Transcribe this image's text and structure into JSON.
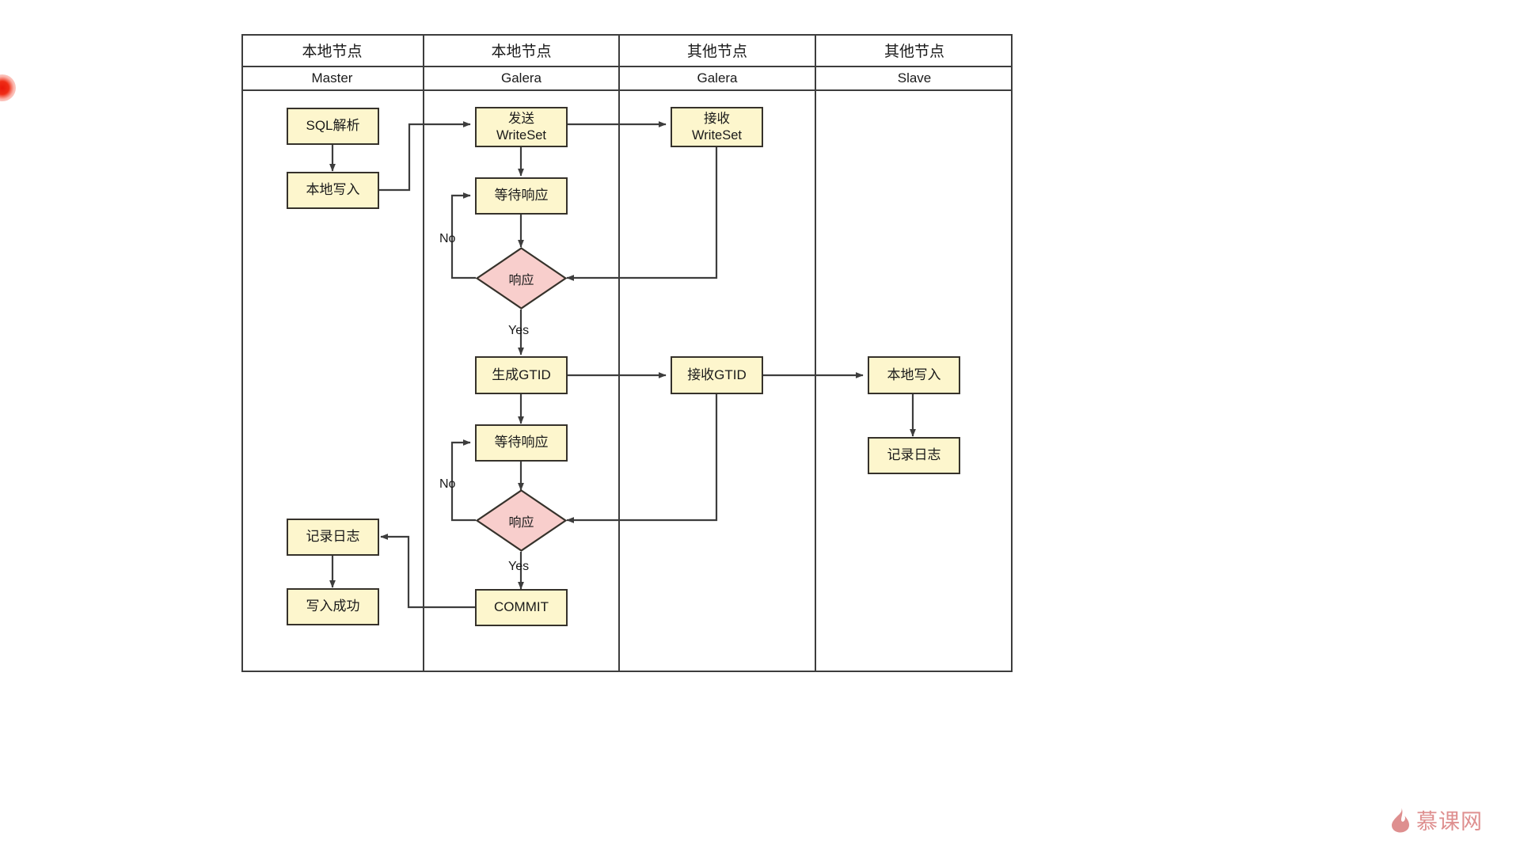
{
  "diagram": {
    "title_alt": "MySQL Galera 集群与主从复制流程泳道图",
    "colors": {
      "process_fill": "#fdf6cd",
      "process_stroke": "#36322b",
      "decision_fill": "#f8cecc",
      "decision_stroke": "#36322b",
      "lane_stroke": "#3d3d3d",
      "wire": "#3d3d3d",
      "watermark": "#dd8a8a",
      "marker_dot": "#e8170a"
    },
    "lanes": [
      {
        "top": "本地节点",
        "sub": "Master"
      },
      {
        "top": "本地节点",
        "sub": "Galera"
      },
      {
        "top": "其他节点",
        "sub": "Galera"
      },
      {
        "top": "其他节点",
        "sub": "Slave"
      }
    ],
    "nodes": [
      {
        "id": "sql-parse",
        "lane": 0,
        "type": "process",
        "label": "SQL解析"
      },
      {
        "id": "local-write-m",
        "lane": 0,
        "type": "process",
        "label": "本地写入"
      },
      {
        "id": "log-record-m",
        "lane": 0,
        "type": "process",
        "label": "记录日志"
      },
      {
        "id": "write-success",
        "lane": 0,
        "type": "process",
        "label": "写入成功"
      },
      {
        "id": "send-writeset",
        "lane": 1,
        "type": "process",
        "label": "发送\nWriteSet"
      },
      {
        "id": "wait-resp-1",
        "lane": 1,
        "type": "process",
        "label": "等待响应"
      },
      {
        "id": "resp-decision-1",
        "lane": 1,
        "type": "decision",
        "label": "响应"
      },
      {
        "id": "gen-gtid",
        "lane": 1,
        "type": "process",
        "label": "生成GTID"
      },
      {
        "id": "wait-resp-2",
        "lane": 1,
        "type": "process",
        "label": "等待响应"
      },
      {
        "id": "resp-decision-2",
        "lane": 1,
        "type": "decision",
        "label": "响应"
      },
      {
        "id": "commit",
        "lane": 1,
        "type": "process",
        "label": "COMMIT"
      },
      {
        "id": "recv-writeset",
        "lane": 2,
        "type": "process",
        "label": "接收\nWriteSet"
      },
      {
        "id": "recv-gtid",
        "lane": 2,
        "type": "process",
        "label": "接收GTID"
      },
      {
        "id": "local-write-s",
        "lane": 3,
        "type": "process",
        "label": "本地写入"
      },
      {
        "id": "log-record-s",
        "lane": 3,
        "type": "process",
        "label": "记录日志"
      }
    ],
    "edge_labels": [
      {
        "id": "no-1",
        "text": "No"
      },
      {
        "id": "yes-1",
        "text": "Yes"
      },
      {
        "id": "no-2",
        "text": "No"
      },
      {
        "id": "yes-2",
        "text": "Yes"
      }
    ],
    "watermark": {
      "text": "慕课网",
      "icon": "flame-icon"
    }
  }
}
